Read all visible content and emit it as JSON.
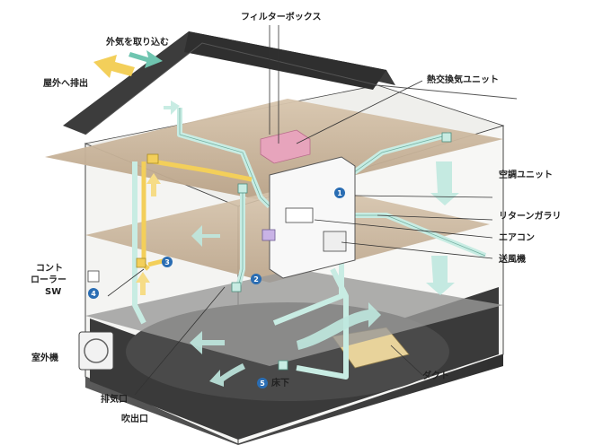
{
  "labels": {
    "outside_air_intake": "外気を取り込む",
    "exhaust_outdoor": "屋外へ排出",
    "filter_box": "フィルターボックス",
    "heat_exchange_unit": "熱交換気ユニット",
    "ac_unit": "空調ユニット",
    "return_gallery": "リターンガラリ",
    "air_conditioner": "エアコン",
    "blower": "送風機",
    "controller_line1": "コント",
    "controller_line2": "ローラー",
    "controller_line3": "SW",
    "outdoor_unit": "室外機",
    "exhaust_port": "排気口",
    "supply_port": "吹出口",
    "duct": "ダクト",
    "under_floor": "床下"
  },
  "markers": [
    "1",
    "2",
    "3",
    "4",
    "5"
  ],
  "colors": {
    "roof": "#3c3c3c",
    "floor_panel": "#c9b49a",
    "duct_supply": "#c8ece3",
    "duct_exhaust": "#f3cf5a",
    "marker": "#2a6db3",
    "heat_exchanger": "#e7a4bc"
  }
}
